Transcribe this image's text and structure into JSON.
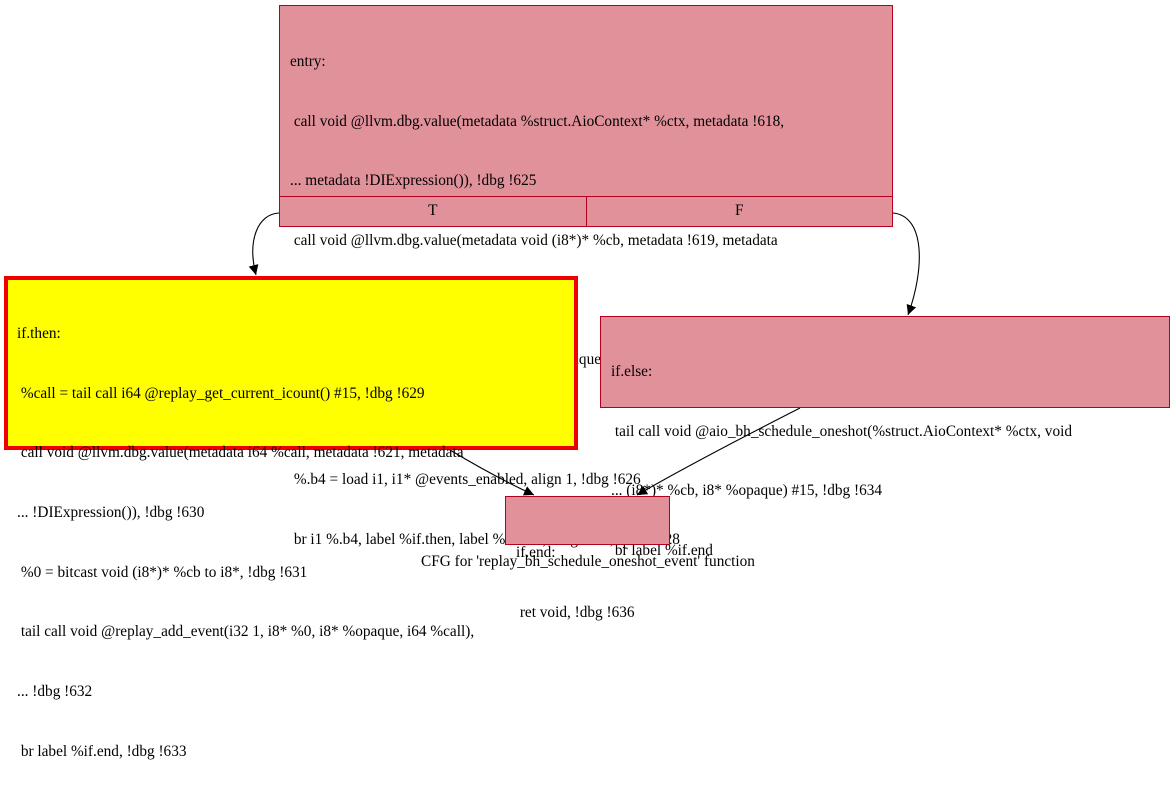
{
  "nodes": {
    "entry": {
      "lines": [
        "entry:",
        " call void @llvm.dbg.value(metadata %struct.AioContext* %ctx, metadata !618,",
        "... metadata !DIExpression()), !dbg !625",
        " call void @llvm.dbg.value(metadata void (i8*)* %cb, metadata !619, metadata",
        "... !DIExpression()), !dbg !625",
        " call void @llvm.dbg.value(metadata i8* %opaque, metadata !620, metadata",
        "... !DIExpression()), !dbg !625",
        " %.b4 = load i1, i1* @events_enabled, align 1, !dbg !626",
        " br i1 %.b4, label %if.then, label %if.else, !dbg !627, !prof !628"
      ],
      "ports": {
        "true_label": "T",
        "false_label": "F"
      },
      "fill": "#e0919a",
      "stroke": "#b3001e"
    },
    "if_then": {
      "lines": [
        "if.then:",
        " %call = tail call i64 @replay_get_current_icount() #15, !dbg !629",
        " call void @llvm.dbg.value(metadata i64 %call, metadata !621, metadata",
        "... !DIExpression()), !dbg !630",
        " %0 = bitcast void (i8*)* %cb to i8*, !dbg !631",
        " tail call void @replay_add_event(i32 1, i8* %0, i8* %opaque, i64 %call),",
        "... !dbg !632",
        " br label %if.end, !dbg !633"
      ],
      "fill": "#ffff00",
      "stroke": "#ee0000"
    },
    "if_else": {
      "lines": [
        "if.else:",
        " tail call void @aio_bh_schedule_oneshot(%struct.AioContext* %ctx, void",
        "... (i8*)* %cb, i8* %opaque) #15, !dbg !634",
        " br label %if.end"
      ],
      "fill": "#e0919a",
      "stroke": "#b3001e"
    },
    "if_end": {
      "lines": [
        "if.end:",
        " ret void, !dbg !636"
      ],
      "fill": "#e0919a",
      "stroke": "#b3001e"
    }
  },
  "edges": [
    {
      "from": "entry:T",
      "to": "if_then"
    },
    {
      "from": "entry:F",
      "to": "if_else"
    },
    {
      "from": "if_then",
      "to": "if_end"
    },
    {
      "from": "if_else",
      "to": "if_end"
    }
  ],
  "caption": "CFG for 'replay_bh_schedule_oneshot_event' function"
}
